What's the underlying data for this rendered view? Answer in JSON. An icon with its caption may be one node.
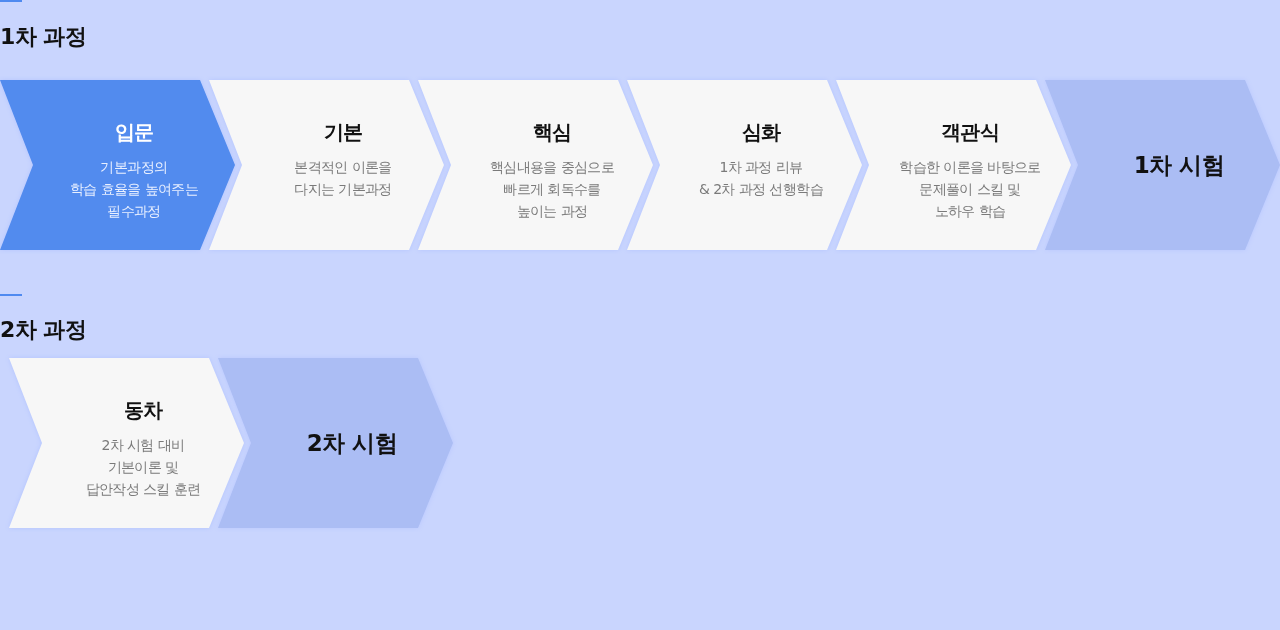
{
  "diagram": {
    "nodes": [
      {
        "text": [
          "입문",
          "기본과정의 학습 효율을 높여주는 필수과정"
        ]
      },
      {
        "text": [
          "기본",
          "본격적인 이론을 다지는 기본과정"
        ]
      },
      {
        "text": [
          "핵심",
          "핵심내용을 중심으로 빠르게 회독수를 높이는 과정"
        ]
      },
      {
        "text": [
          "심화",
          "1차 과정 리뷰 & 2차 과정 선행학습"
        ]
      },
      {
        "text": [
          "객관식",
          "학습한 이론을 바탕으로 문제풀이 스킬 및 노하우 학습"
        ]
      },
      {
        "text": [
          "1차 시험"
        ]
      },
      {
        "text": [
          "동차",
          "2차 시험 대비 기본이론 및 답안작성 스킬 훈련"
        ]
      },
      {
        "text": [
          "2차 시험"
        ]
      }
    ],
    "labels": [
      "1차 과정",
      "2차 과정"
    ]
  }
}
